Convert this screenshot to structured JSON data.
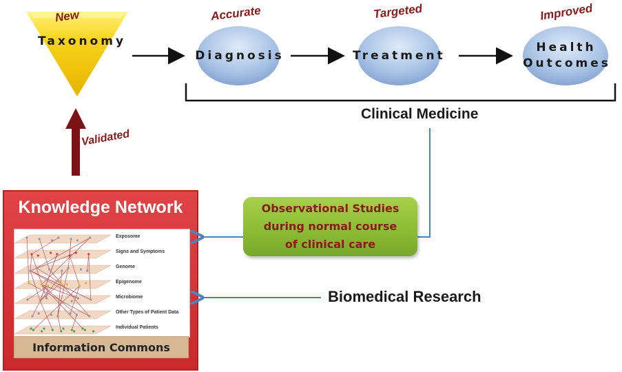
{
  "taxonomy": {
    "qualifier": "New",
    "label": "Taxonomy"
  },
  "flow_nodes": [
    {
      "qualifier": "Accurate",
      "label": "Diagnosis"
    },
    {
      "qualifier": "Targeted",
      "label": "Treatment"
    },
    {
      "qualifier": "Improved",
      "label_line1": "Health",
      "label_line2": "Outcomes"
    }
  ],
  "clinical_medicine": "Clinical Medicine",
  "validated": "Validated",
  "knowledge_network": {
    "title": "Knowledge Network",
    "layers": [
      "Exposome",
      "Signs and Symptoms",
      "Genome",
      "Epigenome",
      "Microbiome",
      "Other Types of Patient Data",
      "Individual Patients"
    ],
    "footer": "Information Commons"
  },
  "observational": {
    "line1": "Observational Studies",
    "line2": "during normal course",
    "line3": "of clinical care"
  },
  "biomedical_research": "Biomedical Research",
  "colors": {
    "triangle": "#f5c400",
    "ellipse": "#a9c4e6",
    "qualifier_text": "#8b1a1a",
    "knowledge_box": "#d9383a",
    "green_box": "#8cbd34",
    "connector_blue": "#4f81bd",
    "validated_arrow": "#7b1216"
  }
}
